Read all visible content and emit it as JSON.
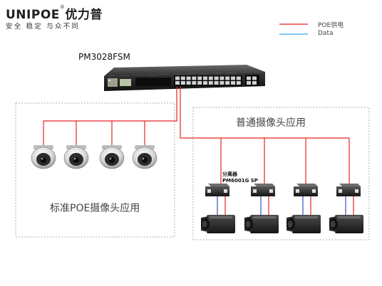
{
  "logo": {
    "brand": "UNIPOE",
    "registered": "®",
    "brand_cn": "优力普",
    "slogan": "安全 稳定 与众不同"
  },
  "legend": {
    "items": [
      {
        "label": "POE供电",
        "color": "#e52420"
      },
      {
        "label": "Data",
        "color": "#35a9e6"
      }
    ]
  },
  "switch": {
    "label": "PM3028FSM"
  },
  "groups": {
    "standard": {
      "label": "标准POE摄像头应用"
    },
    "normal": {
      "label": "普通摄像头应用"
    }
  },
  "splitter": {
    "label_cn": "分离器",
    "label_model": "PM6001G SP"
  },
  "colors": {
    "power": "#e52420",
    "data": "#35a9e6",
    "dotted_border": "#9fb5b0"
  }
}
